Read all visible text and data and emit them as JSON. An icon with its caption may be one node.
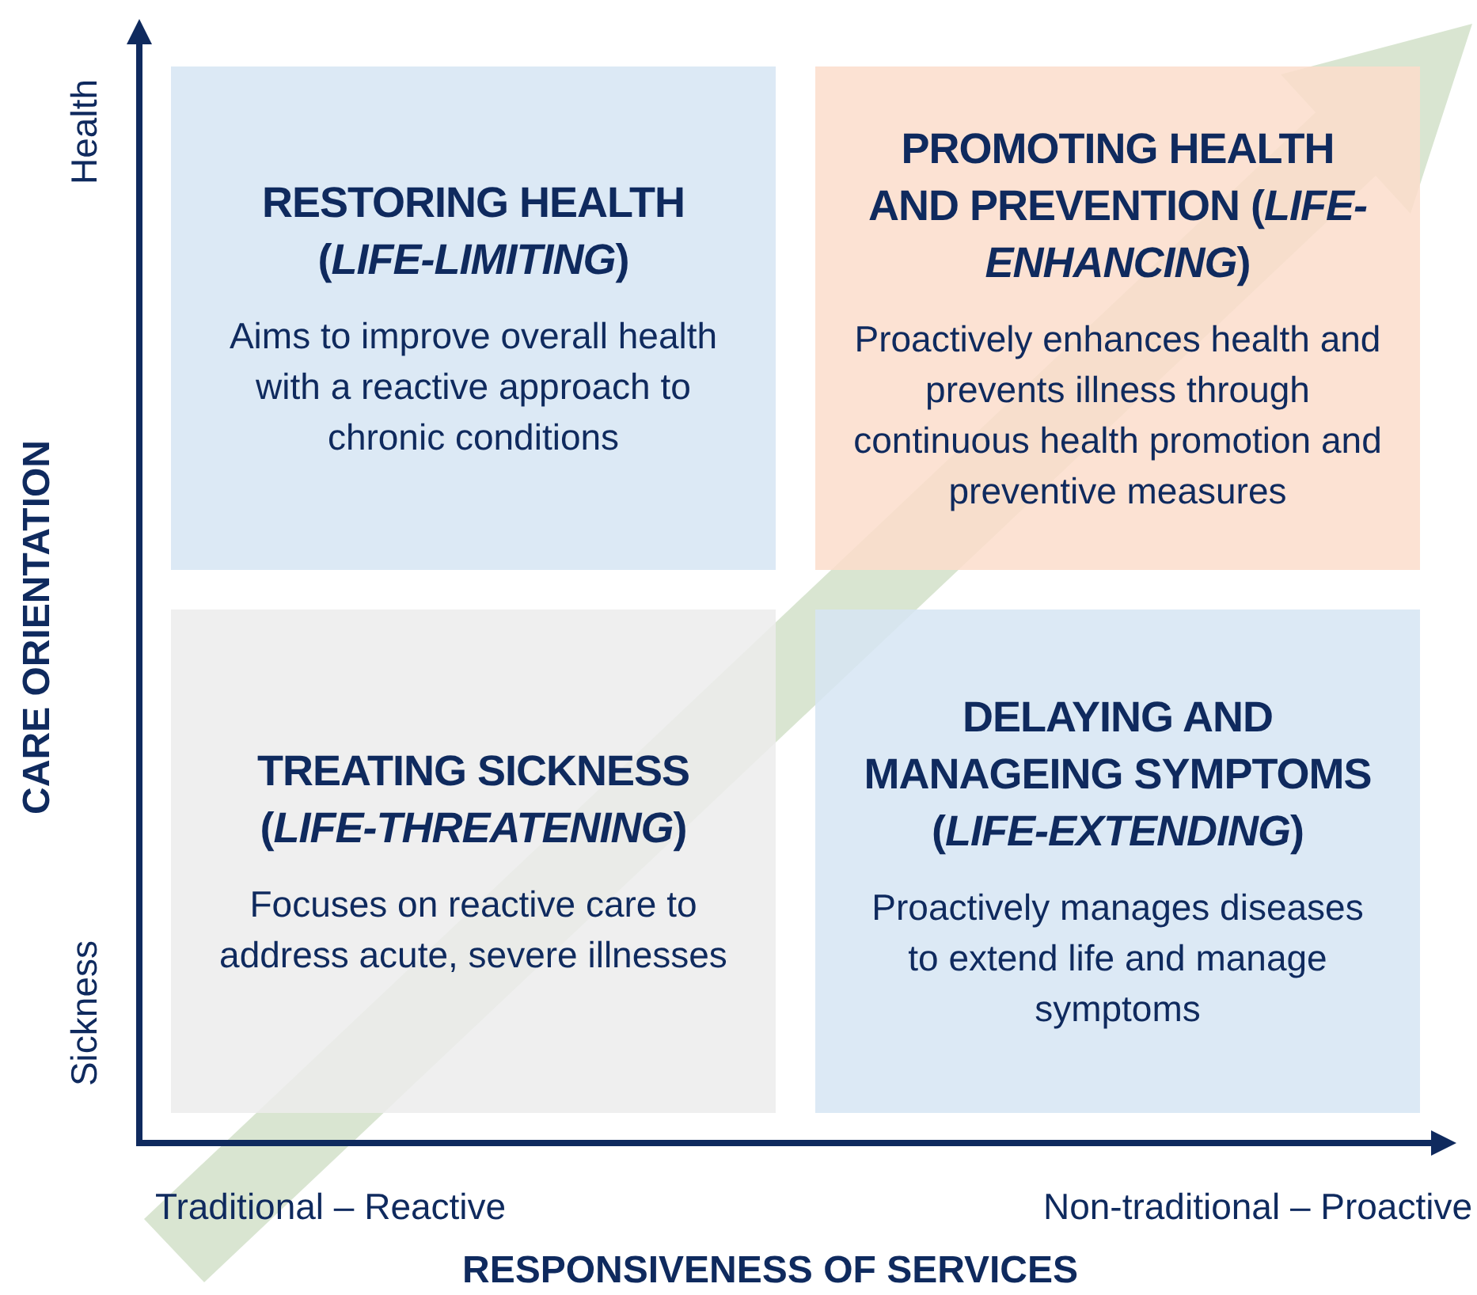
{
  "diagram": {
    "nodes": [
      {
        "text": [
          "RESTORING HEALTH (*LIFE-LIMITING*)",
          "Aims to improve overall health with a reactive approach to chronic conditions"
        ]
      },
      {
        "text": [
          "PROMOTING HEALTH AND PREVENTION (*LIFE-ENHANCING*)",
          "Proactively enhances health and prevents illness through continuous health promotion and preventive measures"
        ]
      },
      {
        "text": [
          "TREATING SICKNESS (*LIFE-THREATENING*)",
          "Focuses on reactive care to address acute, severe illnesses"
        ]
      },
      {
        "text": [
          "DELAYING AND MANAGEING SYMPTOMS (*LIFE-EXTENDING*)",
          "Proactively manages diseases to extend life and manage symptoms"
        ]
      }
    ],
    "labels": [
      "Health",
      "Sickness",
      "CARE ORIENTATION",
      "Traditional – Reactive",
      "Non-traditional – Proactive",
      "RESPONSIVENESS OF SERVICES"
    ]
  }
}
